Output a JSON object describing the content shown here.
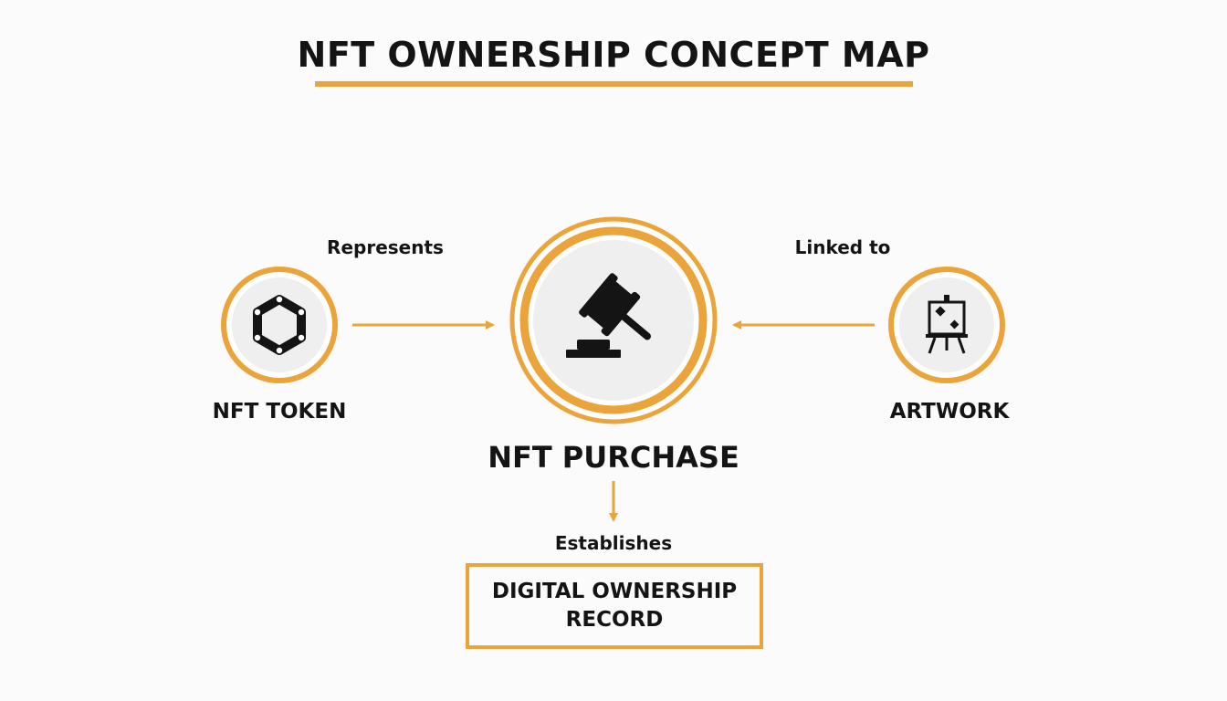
{
  "title": "NFT OWNERSHIP CONCEPT MAP",
  "colors": {
    "accent": "#eba43a",
    "node_fill": "#efefef",
    "ink": "#141414",
    "background": "#fbfbfb"
  },
  "nodes": {
    "token": {
      "label": "NFT TOKEN",
      "icon": "hexagon-nodes-icon"
    },
    "purchase": {
      "label": "NFT PURCHASE",
      "icon": "gavel-icon"
    },
    "artwork": {
      "label": "ARTWORK",
      "icon": "easel-icon"
    },
    "record": {
      "label": "DIGITAL OWNERSHIP RECORD"
    }
  },
  "edges": [
    {
      "from": "token",
      "to": "purchase",
      "label": "Represents"
    },
    {
      "from": "artwork",
      "to": "purchase",
      "label": "Linked to"
    },
    {
      "from": "purchase",
      "to": "record",
      "label": "Establishes"
    }
  ]
}
